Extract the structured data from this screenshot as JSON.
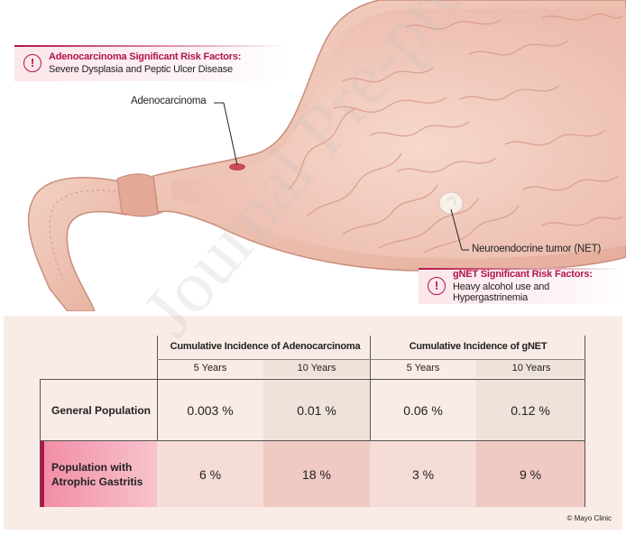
{
  "risk_adeno": {
    "title": "Adenocarcinoma Significant Risk Factors:",
    "text": "Severe Dysplasia and Peptic Ulcer Disease"
  },
  "risk_gnet": {
    "title": "gNET Significant Risk Factors:",
    "text": "Heavy alcohol use and Hypergastrinemia"
  },
  "labels": {
    "adenocarcinoma": "Adenocarcinoma",
    "net": "Neuroendocrine tumor (NET)"
  },
  "table": {
    "group_headers": [
      "Cumulative Incidence of Adenocarcinoma",
      "Cumulative Incidence of gNET"
    ],
    "year_headers": [
      "5 Years",
      "10 Years",
      "5 Years",
      "10 Years"
    ],
    "rows": [
      {
        "label": "General Population",
        "values": [
          "0.003 %",
          "0.01 %",
          "0.06 %",
          "0.12 %"
        ]
      },
      {
        "label": "Population with Atrophic Gastritis",
        "values": [
          "6 %",
          "18 %",
          "3 %",
          "9 %"
        ]
      }
    ]
  },
  "copyright": "© Mayo Clinic",
  "watermark": "Journal Pre-proof",
  "colors": {
    "accent": "#b0154a",
    "panel": "#f9ebe6",
    "highlight_row": "#f4d3d0",
    "row_label_pink": "#f49bb0"
  }
}
